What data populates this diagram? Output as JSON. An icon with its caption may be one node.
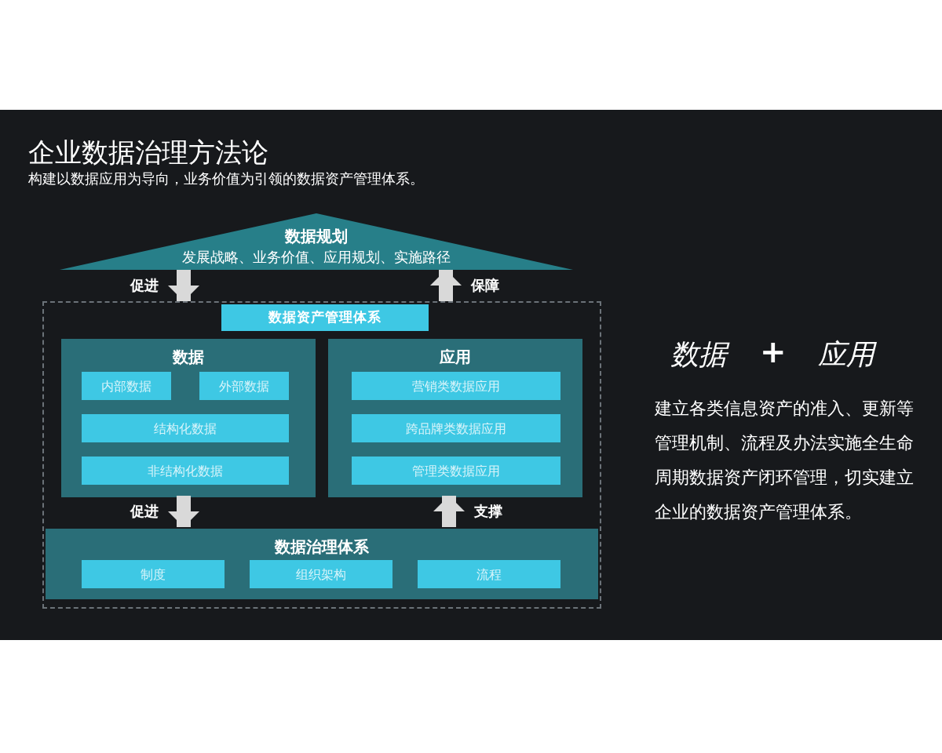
{
  "diagram": {
    "title": "企业数据治理方法论",
    "nodes": [
      {
        "text": [
          "数据规划",
          "发展战略、业务价值、应用规划、实施路径"
        ]
      },
      {
        "text": [],
        "shape": "box"
      },
      {
        "text": [
          "数据资产管理体系"
        ],
        "in": 1
      },
      {
        "text": [
          "数据"
        ],
        "in": 1
      },
      {
        "text": [
          "内部数据"
        ],
        "in": 3
      },
      {
        "text": [
          "外部数据"
        ],
        "in": 3
      },
      {
        "text": [
          "结构化数据"
        ],
        "in": 3
      },
      {
        "text": [
          "非结构化数据"
        ],
        "in": 3
      },
      {
        "text": [
          "应用"
        ],
        "in": 1
      },
      {
        "text": [
          "营销类数据应用"
        ],
        "in": 8
      },
      {
        "text": [
          "跨品牌类数据应用"
        ],
        "in": 8
      },
      {
        "text": [
          "管理类数据应用"
        ],
        "in": 8
      },
      {
        "text": [
          "数据治理体系"
        ],
        "in": 1
      },
      {
        "text": [
          "制度"
        ],
        "in": 12
      },
      {
        "text": [
          "组织架构"
        ],
        "in": 12
      },
      {
        "text": [
          "流程"
        ],
        "in": 12
      }
    ],
    "edges": [
      {
        "from": 0,
        "to": 1,
        "arrow": "to",
        "label": "促进"
      },
      {
        "from": 1,
        "to": 0,
        "arrow": "to",
        "label": "保障"
      },
      {
        "from": 3,
        "to": 12,
        "arrow": "to",
        "label": "促进"
      },
      {
        "from": 12,
        "to": 8,
        "arrow": "to",
        "label": "支撑"
      }
    ],
    "labels": [
      "构建以数据应用为导向，业务价值为引领的数据资产管理体系。",
      "数据",
      "+",
      "应用",
      "建立各类信息资产的准入、更新等管理机制、流程及办法实施全生命周期数据资产闭环管理，切实建立企业的数据资产管理体系。"
    ]
  }
}
